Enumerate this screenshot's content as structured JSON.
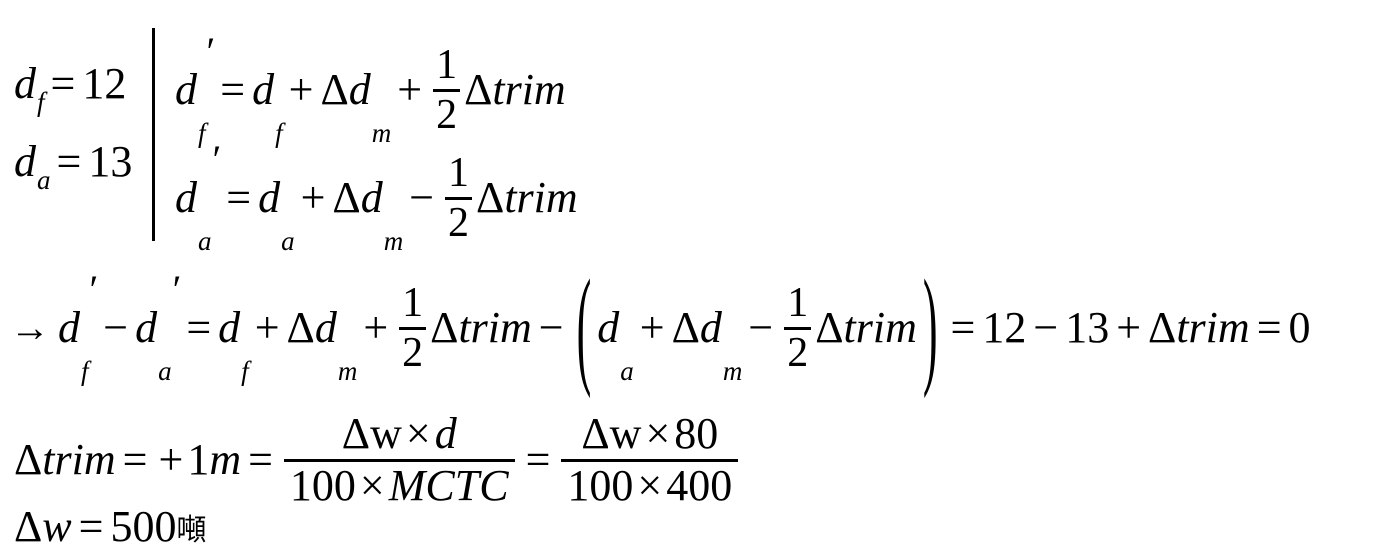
{
  "document": {
    "kind": "equation-image",
    "subject": "ship trim calculation",
    "background_color": "#ffffff",
    "text_color": "#000000"
  },
  "symbols": {
    "delta": "Δ",
    "times": "×",
    "arrow": "→",
    "equals": "=",
    "plus": "+",
    "minus": "−",
    "prime": "′",
    "paren_open": "(",
    "paren_close": ")",
    "d": "d",
    "w": "w",
    "m_unit": "m",
    "trim": "trim",
    "mctc": "MCTC",
    "sub_f": "f",
    "sub_a": "a",
    "sub_m": "m",
    "ton_cjk": "噸"
  },
  "givens": {
    "df": {
      "lhs_var": "d",
      "lhs_sub": "f",
      "equals": "=",
      "value": "12"
    },
    "da": {
      "lhs_var": "d",
      "lhs_sub": "a",
      "equals": "=",
      "value": "13"
    }
  },
  "equations": {
    "forward_draft": {
      "text": "d_f' = d_f + Δd_m + (1/2)Δtrim",
      "fraction": {
        "numerator": "1",
        "denominator": "2"
      },
      "sign_before_fraction": "+"
    },
    "aft_draft": {
      "text": "d_a' = d_a + Δd_m − (1/2)Δtrim",
      "fraction": {
        "numerator": "1",
        "denominator": "2"
      },
      "sign_before_fraction": "−"
    },
    "difference": {
      "text": "→ d_f' − d_a' = d_f + Δd_m + (1/2)Δtrim − ( d_a + Δd_m − (1/2)Δtrim ) = 12 − 13 + Δtrim = 0",
      "fraction_left": {
        "numerator": "1",
        "denominator": "2"
      },
      "fraction_right": {
        "numerator": "1",
        "denominator": "2"
      },
      "result_first": "12",
      "result_second": "13",
      "result_final": "0"
    },
    "trim_formula": {
      "text": "Δtrim = +1m = (Δw × d)/(100 × MCTC) = (Δw × 80)/(100 × 400)",
      "trim_value": "1",
      "trim_unit": "m",
      "trim_sign": "+",
      "frac1": {
        "numerator": {
          "delta_w": "Δw",
          "times": "×",
          "d": "d"
        },
        "denominator": {
          "hundred": "100",
          "times": "×",
          "mctc": "MCTC"
        }
      },
      "frac2": {
        "numerator": {
          "delta_w": "Δw",
          "times": "×",
          "value": "80"
        },
        "denominator": {
          "hundred": "100",
          "times": "×",
          "value": "400"
        }
      }
    },
    "delta_w": {
      "text": "Δw = 500噸",
      "value": "500",
      "unit": "噸"
    }
  }
}
